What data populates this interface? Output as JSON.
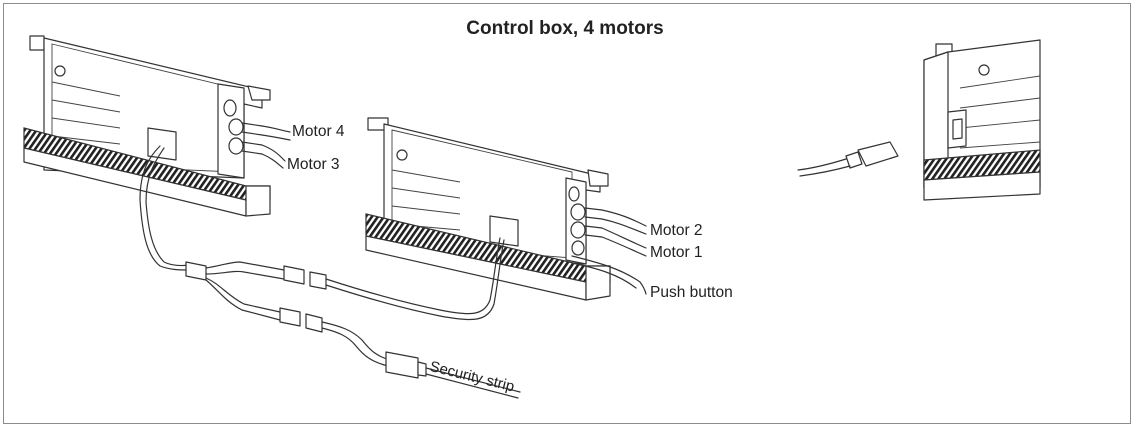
{
  "title": "Control box, 4 motors",
  "labels": {
    "motor4": "Motor 4",
    "motor3": "Motor 3",
    "motor2": "Motor 2",
    "motor1": "Motor 1",
    "push_button": "Push button",
    "security_strip": "Security strip"
  },
  "colors": {
    "line": "#333333",
    "frame": "#8c8c8c",
    "background": "#ffffff"
  }
}
